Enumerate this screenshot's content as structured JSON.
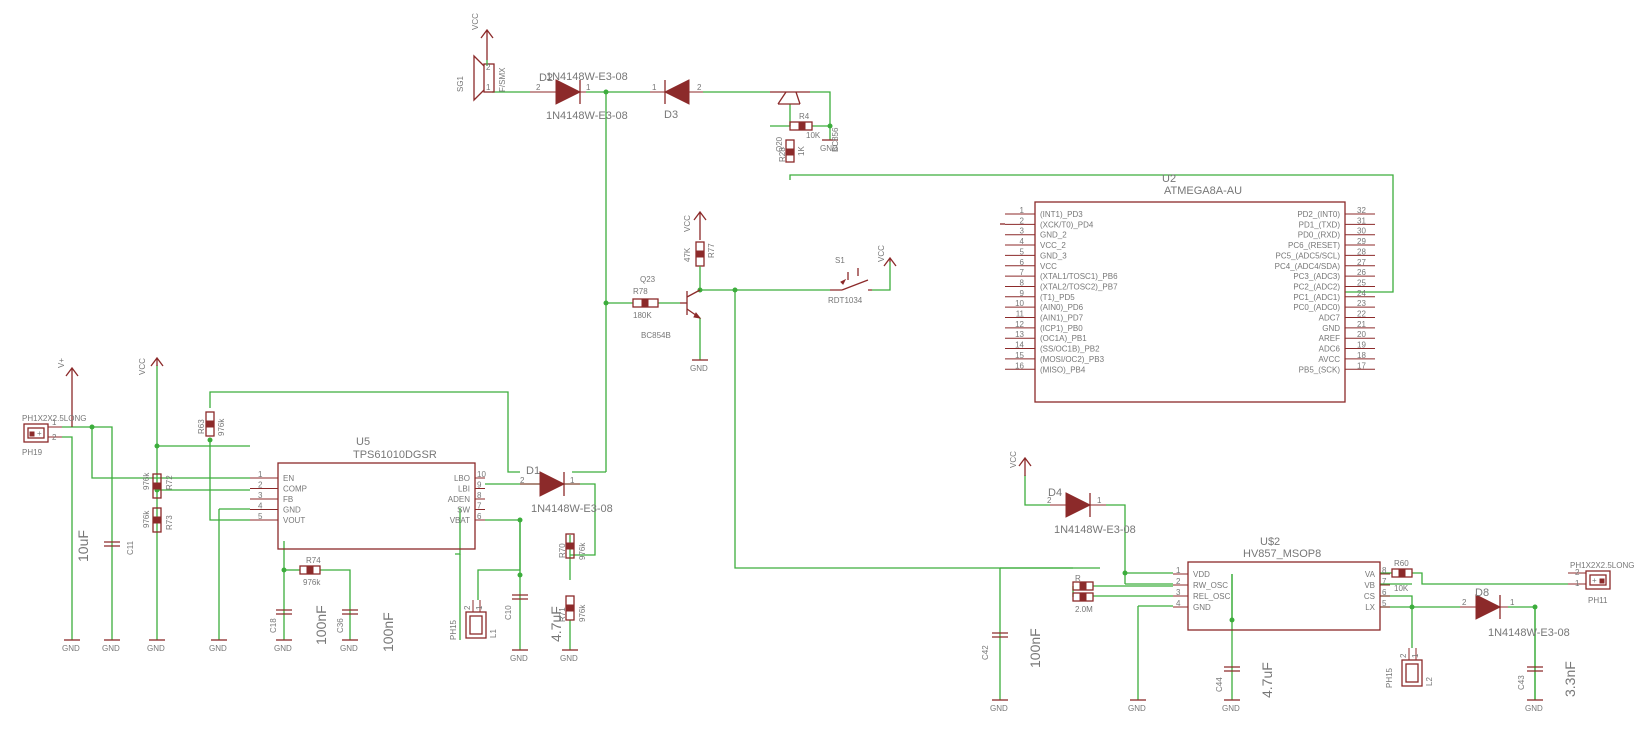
{
  "power": {
    "vcc": "VCC",
    "gnd": "GND",
    "vplus": "V+"
  },
  "sg1": {
    "ref": "SG1",
    "part": "F/SMX"
  },
  "d2": {
    "ref": "D2",
    "part": "1N4148W-E3-08",
    "pin1": "1",
    "pin2": "2"
  },
  "d3": {
    "ref": "D3",
    "part": "1N4148W-E3-08",
    "pin1": "1",
    "pin2": "2"
  },
  "q20": {
    "ref": "Q20",
    "part": "BC856"
  },
  "r4": {
    "ref": "R4",
    "value": "10K"
  },
  "r28": {
    "ref": "R28",
    "value": "1K"
  },
  "u2": {
    "ref": "U2",
    "part": "ATMEGA8A-AU",
    "left_pins": [
      {
        "num": "1",
        "name": "(INT1)_PD3"
      },
      {
        "num": "2",
        "name": "(XCK/T0)_PD4"
      },
      {
        "num": "3",
        "name": "GND_2"
      },
      {
        "num": "4",
        "name": "VCC_2"
      },
      {
        "num": "5",
        "name": "GND_3"
      },
      {
        "num": "6",
        "name": "VCC"
      },
      {
        "num": "7",
        "name": "(XTAL1/TOSC1)_PB6"
      },
      {
        "num": "8",
        "name": "(XTAL2/TOSC2)_PB7"
      },
      {
        "num": "9",
        "name": "(T1)_PD5"
      },
      {
        "num": "10",
        "name": "(AIN0)_PD6"
      },
      {
        "num": "11",
        "name": "(AIN1)_PD7"
      },
      {
        "num": "12",
        "name": "(ICP1)_PB0"
      },
      {
        "num": "13",
        "name": "(OC1A)_PB1"
      },
      {
        "num": "14",
        "name": "(SS/OC1B)_PB2"
      },
      {
        "num": "15",
        "name": "(MOSI/OC2)_PB3"
      },
      {
        "num": "16",
        "name": "(MISO)_PB4"
      }
    ],
    "right_pins": [
      {
        "num": "32",
        "name": "PD2_(INT0)"
      },
      {
        "num": "31",
        "name": "PD1_(TXD)"
      },
      {
        "num": "30",
        "name": "PD0_(RXD)"
      },
      {
        "num": "29",
        "name": "PC6_(RESET)"
      },
      {
        "num": "28",
        "name": "PC5_(ADC5/SCL)"
      },
      {
        "num": "27",
        "name": "PC4_(ADC4/SDA)"
      },
      {
        "num": "26",
        "name": "PC3_(ADC3)"
      },
      {
        "num": "25",
        "name": "PC2_(ADC2)"
      },
      {
        "num": "24",
        "name": "PC1_(ADC1)"
      },
      {
        "num": "23",
        "name": "PC0_(ADC0)"
      },
      {
        "num": "22",
        "name": "ADC7"
      },
      {
        "num": "21",
        "name": "GND"
      },
      {
        "num": "20",
        "name": "AREF"
      },
      {
        "num": "19",
        "name": "ADC6"
      },
      {
        "num": "18",
        "name": "AVCC"
      },
      {
        "num": "17",
        "name": "PB5_(SCK)"
      }
    ]
  },
  "q23": {
    "ref": "Q23",
    "part": "BC854B"
  },
  "r77": {
    "ref": "R77",
    "value": "47K"
  },
  "r78": {
    "ref": "R78",
    "value": "180K"
  },
  "s1": {
    "ref": "S1",
    "part": "RDT1034"
  },
  "u5": {
    "ref": "U5",
    "part": "TPS61010DGSR",
    "left_pins": [
      {
        "num": "1",
        "name": "EN"
      },
      {
        "num": "2",
        "name": "COMP"
      },
      {
        "num": "3",
        "name": "FB"
      },
      {
        "num": "4",
        "name": "GND"
      },
      {
        "num": "5",
        "name": "VOUT"
      }
    ],
    "right_pins": [
      {
        "num": "10",
        "name": "LBO"
      },
      {
        "num": "9",
        "name": "LBI"
      },
      {
        "num": "8",
        "name": "ADEN"
      },
      {
        "num": "7",
        "name": "SW"
      },
      {
        "num": "6",
        "name": "VBAT"
      }
    ]
  },
  "d1": {
    "ref": "D1",
    "part": "1N4148W-E3-08",
    "pin1": "1",
    "pin2": "2"
  },
  "ph19": {
    "ref": "PH19",
    "part": "PH1X2X2.5LONG",
    "pin1": "1",
    "pin2": "2"
  },
  "c11": {
    "ref": "C11",
    "value": "10uF"
  },
  "r72": {
    "ref": "R72",
    "value": "976k"
  },
  "r73": {
    "ref": "R73",
    "value": "976k"
  },
  "r63": {
    "ref": "R63",
    "value": "976k"
  },
  "r74": {
    "ref": "R74",
    "value": "976k"
  },
  "c18": {
    "ref": "C18",
    "value": "100nF"
  },
  "c36": {
    "ref": "C36",
    "value": "100nF"
  },
  "l1": {
    "ref": "L1",
    "part": "PH15",
    "pin1": "1",
    "pin2": "2"
  },
  "c10": {
    "ref": "C10",
    "value": "4.7uF"
  },
  "r70": {
    "ref": "R70",
    "value": "976k"
  },
  "r71": {
    "ref": "R71",
    "value": "976k"
  },
  "d4": {
    "ref": "D4",
    "part": "1N4148W-E3-08",
    "pin1": "1",
    "pin2": "2"
  },
  "us2": {
    "ref": "U$2",
    "part": "HV857_MSOP8",
    "left_pins": [
      {
        "num": "1",
        "name": "VDD"
      },
      {
        "num": "2",
        "name": "RW_OSC"
      },
      {
        "num": "3",
        "name": "REL_OSC"
      },
      {
        "num": "4",
        "name": "GND"
      }
    ],
    "right_pins": [
      {
        "num": "8",
        "name": "VA"
      },
      {
        "num": "7",
        "name": "VB"
      },
      {
        "num": "6",
        "name": "CS"
      },
      {
        "num": "5",
        "name": "LX"
      }
    ]
  },
  "c42": {
    "ref": "C42",
    "value": "100nF"
  },
  "r_osc": {
    "ref": "R",
    "value": "2.0M"
  },
  "c44": {
    "ref": "C44",
    "value": "4.7uF"
  },
  "r60": {
    "ref": "R60",
    "value": "10K"
  },
  "d8": {
    "ref": "D8",
    "part": "1N4148W-E3-08",
    "pin1": "1",
    "pin2": "2"
  },
  "ph11": {
    "ref": "PH11",
    "part": "PH1X2X2.5LONG",
    "pin1": "1",
    "pin2": "2"
  },
  "l2": {
    "ref": "L2",
    "part": "PH15",
    "pin1": "1",
    "pin2": "2"
  },
  "c43": {
    "ref": "C43",
    "value": "3.3nF"
  }
}
